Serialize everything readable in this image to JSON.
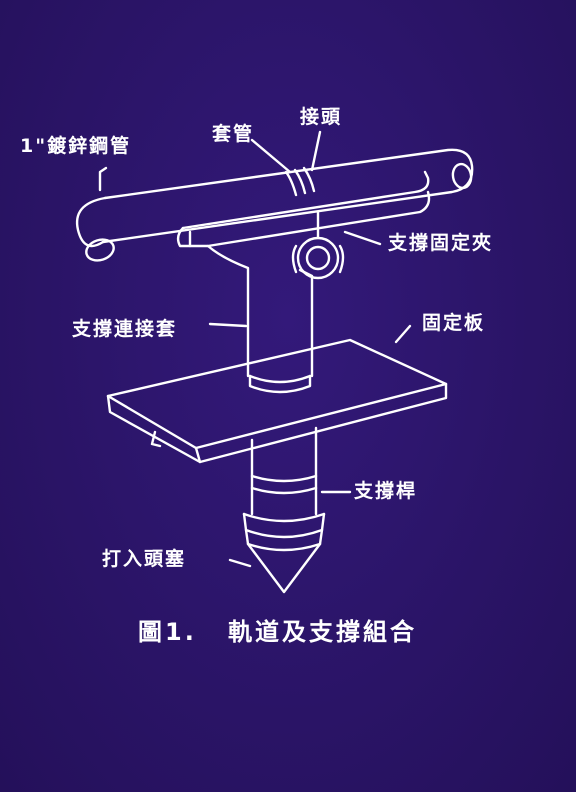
{
  "labels": {
    "galvanized_pipe": "1\"鍍鋅鋼管",
    "sleeve": "套管",
    "joint": "接頭",
    "support_clamp": "支撐固定夾",
    "support_connector_sleeve": "支撐連接套",
    "fixing_plate": "固定板",
    "support_rod": "支撐桿",
    "drive_head_plug": "打入頭塞"
  },
  "caption": {
    "figure_number": "圖1.",
    "title": "軌道及支撐組合"
  }
}
